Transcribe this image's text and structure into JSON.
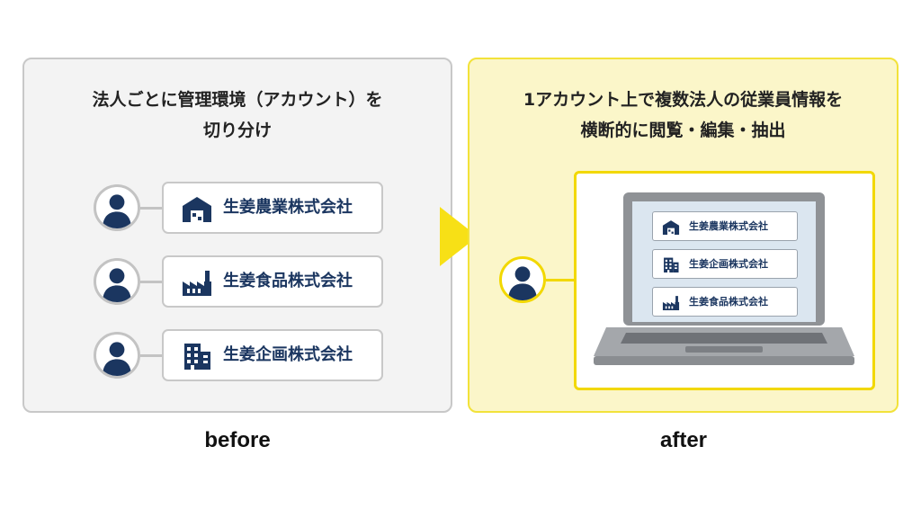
{
  "before": {
    "title_line1": "法人ごとに管理環境（アカウント）を",
    "title_line2": "切り分け",
    "companies": [
      {
        "name": "生姜農業株式会社",
        "icon": "warehouse-icon"
      },
      {
        "name": "生姜食品株式会社",
        "icon": "factory-icon"
      },
      {
        "name": "生姜企画株式会社",
        "icon": "office-building-icon"
      }
    ],
    "caption": "before"
  },
  "after": {
    "title_line1": "1アカウント上で複数法人の従業員情報を",
    "title_line2": "横断的に閲覧・編集・抽出",
    "screen_companies": [
      {
        "name": "生姜農業株式会社",
        "icon": "warehouse-icon"
      },
      {
        "name": "生姜企画株式会社",
        "icon": "office-building-icon"
      },
      {
        "name": "生姜食品株式会社",
        "icon": "factory-icon"
      }
    ],
    "caption": "after"
  },
  "colors": {
    "brand_navy": "#1b3660",
    "accent_yellow": "#f2d800",
    "before_bg": "#f3f3f3",
    "after_bg": "#fbf6c9"
  }
}
